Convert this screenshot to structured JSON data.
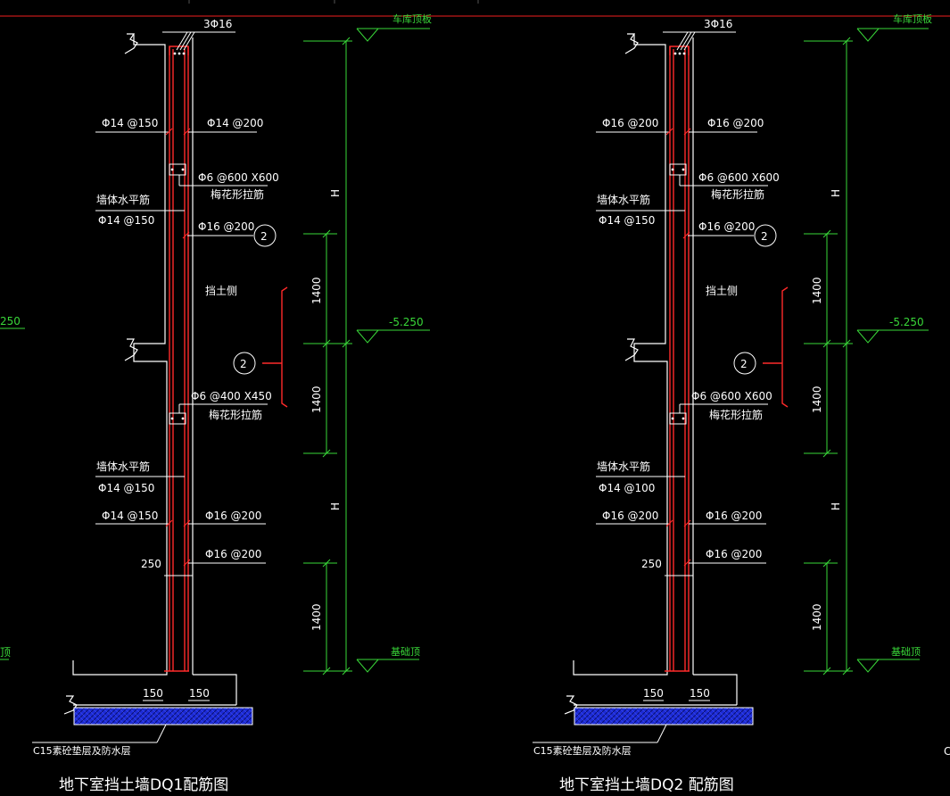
{
  "top_stub_labels": [
    "",
    "",
    ""
  ],
  "drawings": [
    {
      "id": "DQ1",
      "title": "地下室挡土墙DQ1配筋图",
      "top_bars": "3Φ16",
      "left_outer_top": "Φ14 @150",
      "right_outer_top": "Φ14 @200",
      "tie_top_spec": "Φ6 @600 X600",
      "tie_top_name": "梅花形拉筋",
      "horiz_bar_label_1": "墙体水平筋",
      "horiz_bar_value_1": "Φ14 @150",
      "right_mid_bar": "Φ16 @200",
      "section_mark_1": "2",
      "soil_side": "挡土侧",
      "section_mark_2": "2",
      "tie_bottom_spec": "Φ6 @400 X450",
      "tie_bottom_name": "梅花形拉筋",
      "horiz_bar_label_2": "墙体水平筋",
      "horiz_bar_value_2": "Φ14 @150",
      "left_bottom_bar": "Φ14 @150",
      "right_bottom_bar_1": "Φ16 @200",
      "right_bottom_bar_2": "Φ16 @200",
      "dim_250": "250",
      "dim_150_left": "150",
      "dim_150_right": "150",
      "cushion_label": "C15素砼垫层及防水层",
      "roof_label": "车库顶板",
      "level_mid": "-5.250",
      "base_label": "基础顶",
      "dim_H_top": "H",
      "dim_1400_a": "1400",
      "dim_1400_b": "1400",
      "dim_H_bottom": "H",
      "dim_1400_c": "1400"
    },
    {
      "id": "DQ2",
      "title": "地下室挡土墙DQ2 配筋图",
      "top_bars": "3Φ16",
      "left_outer_top": "Φ16 @200",
      "right_outer_top": "Φ16 @200",
      "tie_top_spec": "Φ6 @600 X600",
      "tie_top_name": "梅花形拉筋",
      "horiz_bar_label_1": "墙体水平筋",
      "horiz_bar_value_1": "Φ14 @150",
      "right_mid_bar": "Φ16 @200",
      "section_mark_1": "2",
      "soil_side": "挡土侧",
      "section_mark_2": "2",
      "tie_bottom_spec": "Φ6 @600 X600",
      "tie_bottom_name": "梅花形拉筋",
      "horiz_bar_label_2": "墙体水平筋",
      "horiz_bar_value_2": "Φ14 @100",
      "left_bottom_bar": "Φ16 @200",
      "right_bottom_bar_1": "Φ16 @200",
      "right_bottom_bar_2": "Φ16 @200",
      "dim_250": "250",
      "dim_150_left": "150",
      "dim_150_right": "150",
      "cushion_label": "C15素砼垫层及防水层",
      "roof_label": "车库顶板",
      "level_mid": "-5.250",
      "base_label": "基础顶",
      "dim_H_top": "H",
      "dim_1400_a": "1400",
      "dim_1400_b": "1400",
      "dim_H_bottom": "H",
      "dim_1400_c": "1400"
    }
  ],
  "edge_left_level": "250",
  "edge_left_base": "顶",
  "edge_right_char": "C",
  "colors": {
    "background": "#000000",
    "wall": "#ffffff",
    "rebar": "#ff2a2a",
    "dimension": "#39d839",
    "text": "#ffffff",
    "hatch": "#1c2bd6",
    "top_line": "#c01818"
  }
}
